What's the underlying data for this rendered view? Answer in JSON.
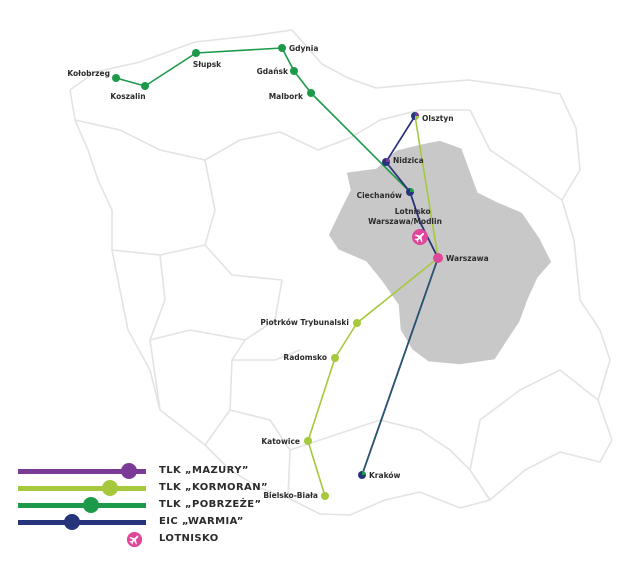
{
  "routes": [
    {
      "key": "mazury",
      "label": "TLK „MAZURY”",
      "color": "#7b3a96"
    },
    {
      "key": "kormoran",
      "label": "TLK „KORMORAN”",
      "color": "#a5c83c"
    },
    {
      "key": "pobrzeze",
      "label": "TLK „POBRZEŻE”",
      "color": "#1c9a4a"
    },
    {
      "key": "warmia",
      "label": "EIC „WARMIA”",
      "color": "#27347c"
    }
  ],
  "airport_legend_label": "LOTNISKO",
  "airport_color": "#e0479a",
  "region_color": "#c8c8c8",
  "cities": {
    "kolobrzeg": "Kołobrzeg",
    "koszalin": "Koszalin",
    "slupsk": "Słupsk",
    "gdynia": "Gdynia",
    "gdansk": "Gdańsk",
    "malbork": "Malbork",
    "olsztyn": "Olsztyn",
    "nidzica": "Nidzica",
    "ciechanow": "Ciechanów",
    "lotnisko": [
      "Lotnisko",
      "Warszawa/Modlin"
    ],
    "warszawa": "Warszawa",
    "piotrkow": "Piotrków Trybunalski",
    "radomsko": "Radomsko",
    "katowice": "Katowice",
    "bielsko": "Bielsko-Biała",
    "krakow": "Kraków"
  }
}
